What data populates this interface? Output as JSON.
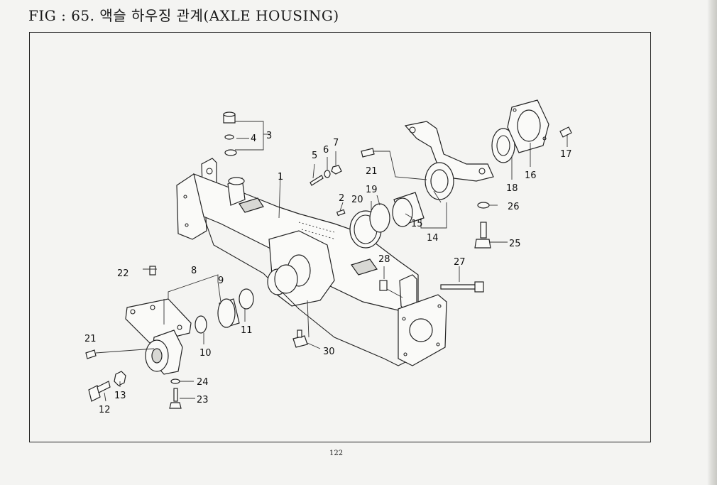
{
  "figure": {
    "title": "FIG : 65. 액슬 하우징 관계(AXLE HOUSING)"
  },
  "callouts": [
    {
      "id": "c1",
      "text": "1"
    },
    {
      "id": "c2",
      "text": "2"
    },
    {
      "id": "c3",
      "text": "3"
    },
    {
      "id": "c4",
      "text": "4"
    },
    {
      "id": "c5",
      "text": "5"
    },
    {
      "id": "c6",
      "text": "6"
    },
    {
      "id": "c7",
      "text": "7"
    },
    {
      "id": "c8",
      "text": "8"
    },
    {
      "id": "c9",
      "text": "9"
    },
    {
      "id": "c10",
      "text": "10"
    },
    {
      "id": "c11",
      "text": "11"
    },
    {
      "id": "c12",
      "text": "12"
    },
    {
      "id": "c13",
      "text": "13"
    },
    {
      "id": "c14",
      "text": "14"
    },
    {
      "id": "c15",
      "text": "15"
    },
    {
      "id": "c16",
      "text": "16"
    },
    {
      "id": "c17",
      "text": "17"
    },
    {
      "id": "c18",
      "text": "18"
    },
    {
      "id": "c19",
      "text": "19"
    },
    {
      "id": "c20",
      "text": "20"
    },
    {
      "id": "c21a",
      "text": "21"
    },
    {
      "id": "c21b",
      "text": "21"
    },
    {
      "id": "c22",
      "text": "22"
    },
    {
      "id": "c23",
      "text": "23"
    },
    {
      "id": "c24",
      "text": "24"
    },
    {
      "id": "c25",
      "text": "25"
    },
    {
      "id": "c26",
      "text": "26"
    },
    {
      "id": "c27",
      "text": "27"
    },
    {
      "id": "c28",
      "text": "28"
    },
    {
      "id": "c30",
      "text": "30"
    }
  ],
  "page": {
    "number": "122"
  }
}
